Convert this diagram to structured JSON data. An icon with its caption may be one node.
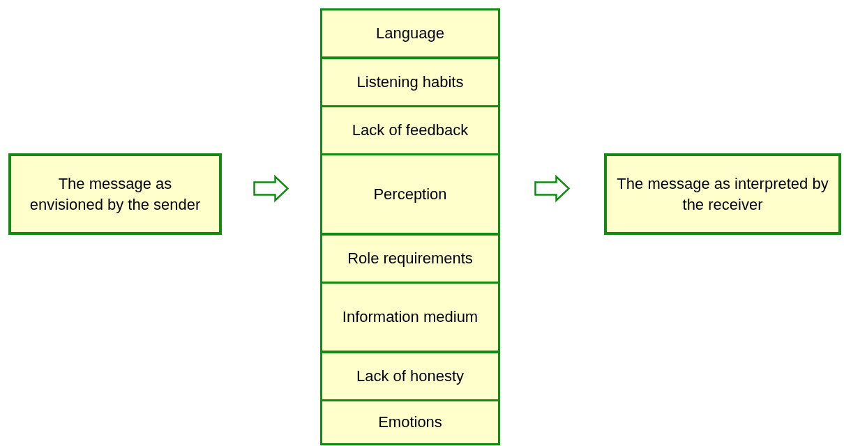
{
  "diagram": {
    "nodes": [
      {
        "text": [
          "The message as envisioned by the sender"
        ]
      },
      {
        "text": [
          "Language"
        ]
      },
      {
        "text": [
          "Listening habits"
        ]
      },
      {
        "text": [
          "Lack of feedback"
        ]
      },
      {
        "text": [
          "Perception"
        ]
      },
      {
        "text": [
          "Role requirements"
        ]
      },
      {
        "text": [
          "Information medium"
        ]
      },
      {
        "text": [
          "Lack of honesty"
        ]
      },
      {
        "text": [
          "Emotions"
        ]
      },
      {
        "text": [
          "The message as interpreted by the receiver"
        ]
      }
    ],
    "edges": [
      {
        "from": 0,
        "to": 4,
        "arrow": "to"
      },
      {
        "from": 4,
        "to": 9,
        "arrow": "to"
      }
    ]
  }
}
